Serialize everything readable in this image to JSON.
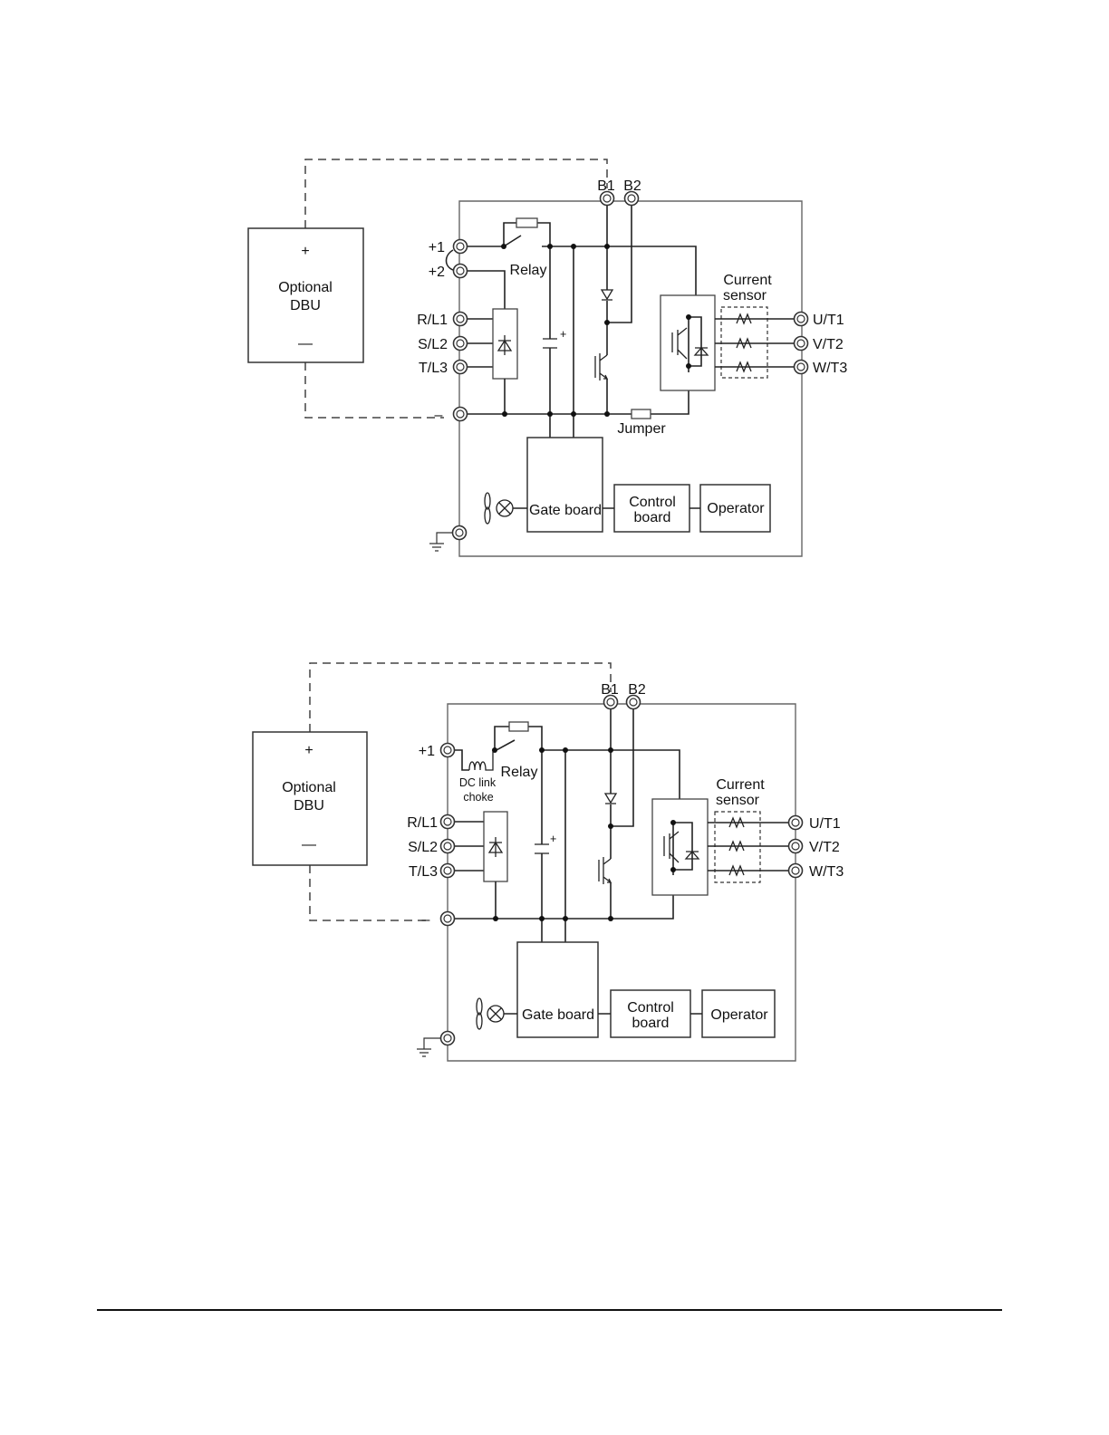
{
  "diagram_1": {
    "dbu": {
      "plus": "+",
      "line1": "Optional",
      "line2": "DBU",
      "minus": "—"
    },
    "terminals": {
      "b1": "B1",
      "b2": "B2",
      "plus1": "+1",
      "plus2": "+2",
      "r": "R/L1",
      "s": "S/L2",
      "t": "T/L3",
      "minus": "–",
      "u": "U/T1",
      "v": "V/T2",
      "w": "W/T3"
    },
    "labels": {
      "relay": "Relay",
      "current_line1": "Current",
      "current_line2": "sensor",
      "jumper": "Jumper",
      "cap_plus": "+",
      "gate_board": "Gate board",
      "control_line1": "Control",
      "control_line2": "board",
      "operator": "Operator"
    }
  },
  "diagram_2": {
    "dbu": {
      "plus": "+",
      "line1": "Optional",
      "line2": "DBU",
      "minus": "—"
    },
    "terminals": {
      "b1": "B1",
      "b2": "B2",
      "plus1": "+1",
      "r": "R/L1",
      "s": "S/L2",
      "t": "T/L3",
      "minus": "–",
      "u": "U/T1",
      "v": "V/T2",
      "w": "W/T3"
    },
    "labels": {
      "relay": "Relay",
      "choke_line1": "DC link",
      "choke_line2": "choke",
      "current_line1": "Current",
      "current_line2": "sensor",
      "cap_plus": "+",
      "gate_board": "Gate board",
      "control_line1": "Control",
      "control_line2": "board",
      "operator": "Operator"
    }
  }
}
